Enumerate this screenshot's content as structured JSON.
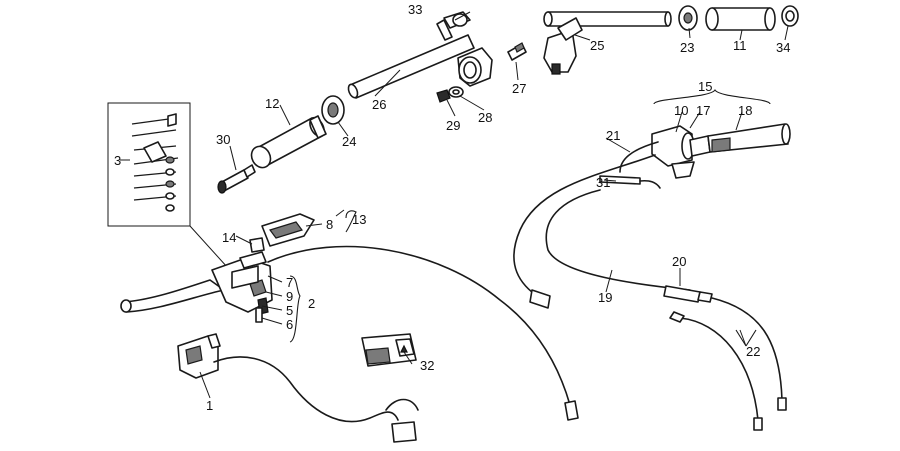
{
  "labels": {
    "p1": "1",
    "p2": "2",
    "p3": "3",
    "p5": "5",
    "p6": "6",
    "p7": "7",
    "p8": "8",
    "p9": "9",
    "p10": "10",
    "p11": "11",
    "p12": "12",
    "p13": "13",
    "p14": "14",
    "p15": "15",
    "p17": "17",
    "p18": "18",
    "p19": "19",
    "p20": "20",
    "p21": "21",
    "p22": "22",
    "p23": "23",
    "p24": "24",
    "p25": "25",
    "p26": "26",
    "p27": "27",
    "p28": "28",
    "p29": "29",
    "p30": "30",
    "p31": "31",
    "p32": "32",
    "p33": "33",
    "p34": "34"
  },
  "colors": {
    "line": "#1a1a1a",
    "background": "#ffffff",
    "shade": "#7a7a7a"
  }
}
